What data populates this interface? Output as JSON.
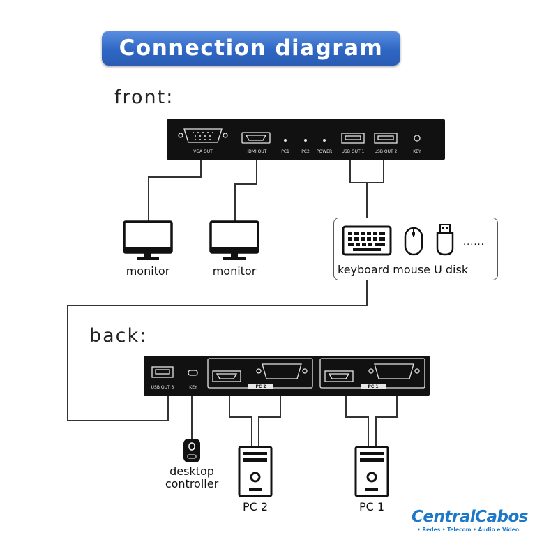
{
  "title": "Connection diagram",
  "front": {
    "heading": "front:",
    "ports": [
      "VGA OUT",
      "HDMI OUT",
      "PC1",
      "PC2",
      "POWER",
      "USB OUT 1",
      "USB OUT 2",
      "KEY"
    ]
  },
  "back": {
    "heading": "back:",
    "ports": [
      "USB OUT 3",
      "KEY",
      "PC 2",
      "PC 1"
    ]
  },
  "devices": {
    "monitor_1": "monitor",
    "monitor_2": "monitor",
    "peripherals": "keyboard mouse U disk",
    "ellipsis": "......",
    "desktop_controller": "desktop controller",
    "pc2": "PC 2",
    "pc1": "PC 1"
  },
  "logo": {
    "name": "CentralCabos",
    "tagline": "• Redes • Telecom • Áudio e Vídeo"
  },
  "colors": {
    "banner": "#2f67c4",
    "panel": "#111111",
    "logo": "#1e78c8"
  }
}
